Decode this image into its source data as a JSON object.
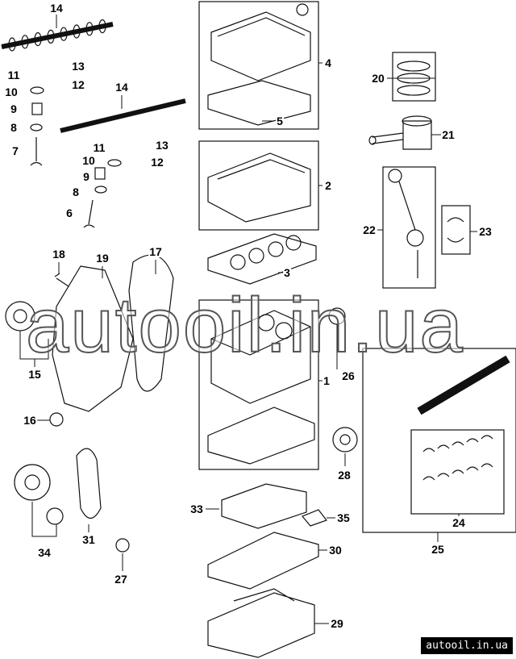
{
  "diagram": {
    "callouts": [
      "14",
      "11",
      "13",
      "10",
      "12",
      "9",
      "8",
      "7",
      "14",
      "11",
      "13",
      "10",
      "12",
      "9",
      "8",
      "6",
      "4",
      "5",
      "20",
      "21",
      "2",
      "22",
      "23",
      "18",
      "19",
      "17",
      "3",
      "15",
      "26",
      "1",
      "16",
      "28",
      "25",
      "24",
      "33",
      "35",
      "34",
      "31",
      "30",
      "27",
      "29"
    ]
  },
  "watermark": {
    "large": "autooil.in.ua",
    "badge": "autooil.in.ua"
  }
}
